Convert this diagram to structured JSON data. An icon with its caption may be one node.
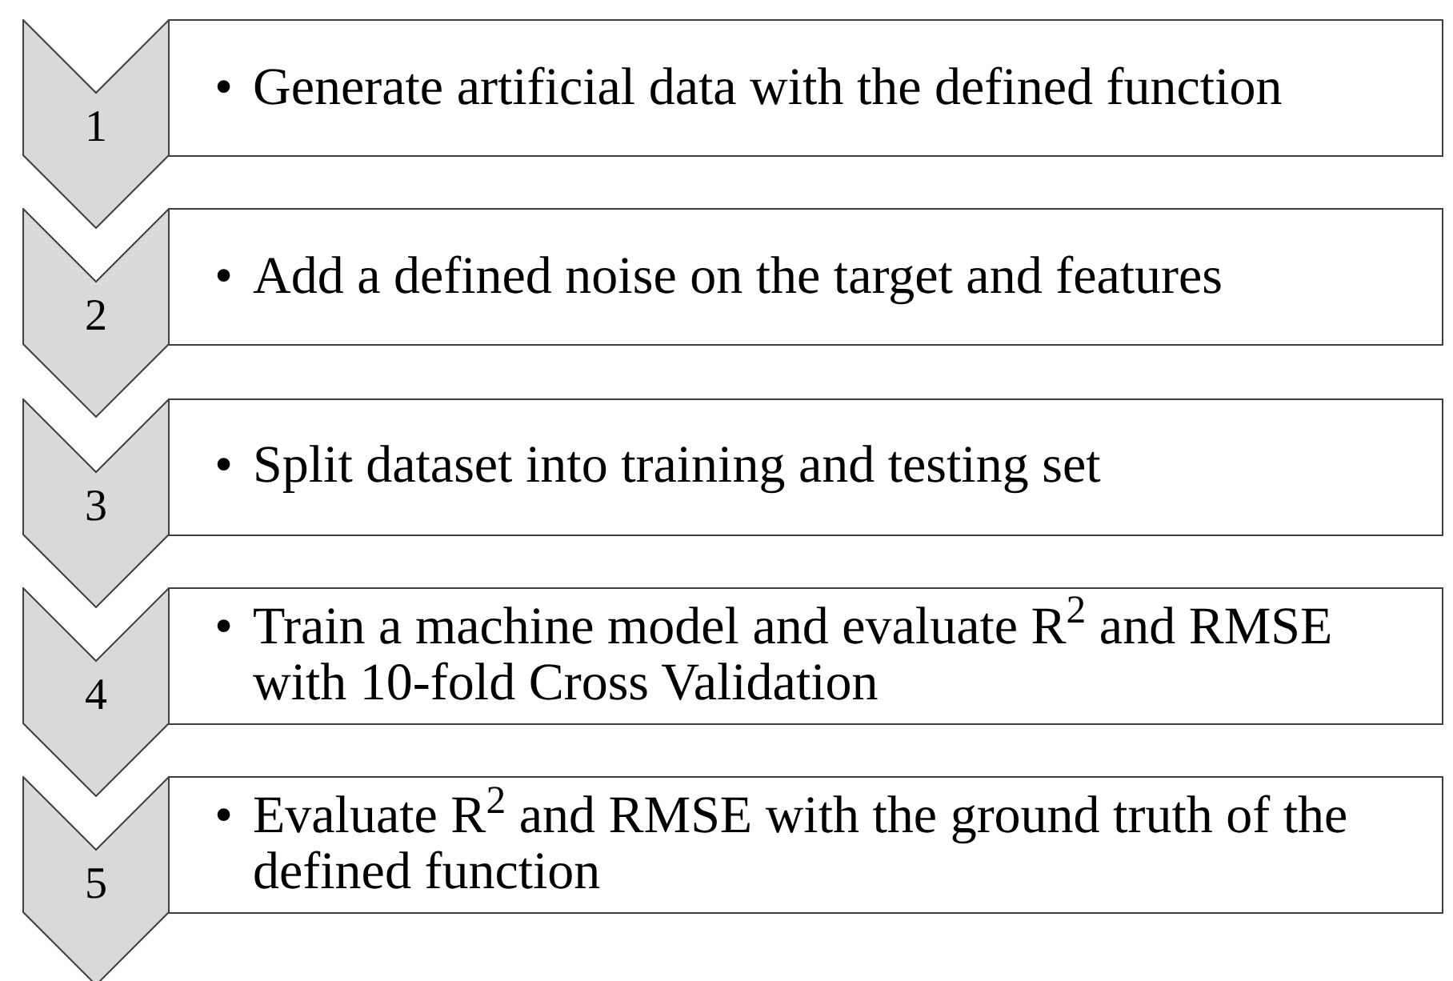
{
  "diagram": {
    "nodes": [
      {
        "text": [
          "1"
        ]
      },
      {
        "text": [
          "•",
          "Generate artificial data with the defined function"
        ]
      },
      {
        "text": [
          "2"
        ]
      },
      {
        "text": [
          "•",
          "Add a defined noise on the target and features"
        ]
      },
      {
        "text": [
          "3"
        ]
      },
      {
        "text": [
          "•",
          "Split dataset into training and testing set"
        ]
      },
      {
        "text": [
          "4"
        ]
      },
      {
        "text": [
          "•",
          "Train a machine model and evaluate R$^{2}$  and RMSE with 10-fold Cross Validation"
        ]
      },
      {
        "text": [
          "5"
        ]
      },
      {
        "text": [
          "•",
          "Evaluate R$^{2}$ and RMSE with the ground truth of the defined function"
        ]
      }
    ],
    "edges": []
  }
}
